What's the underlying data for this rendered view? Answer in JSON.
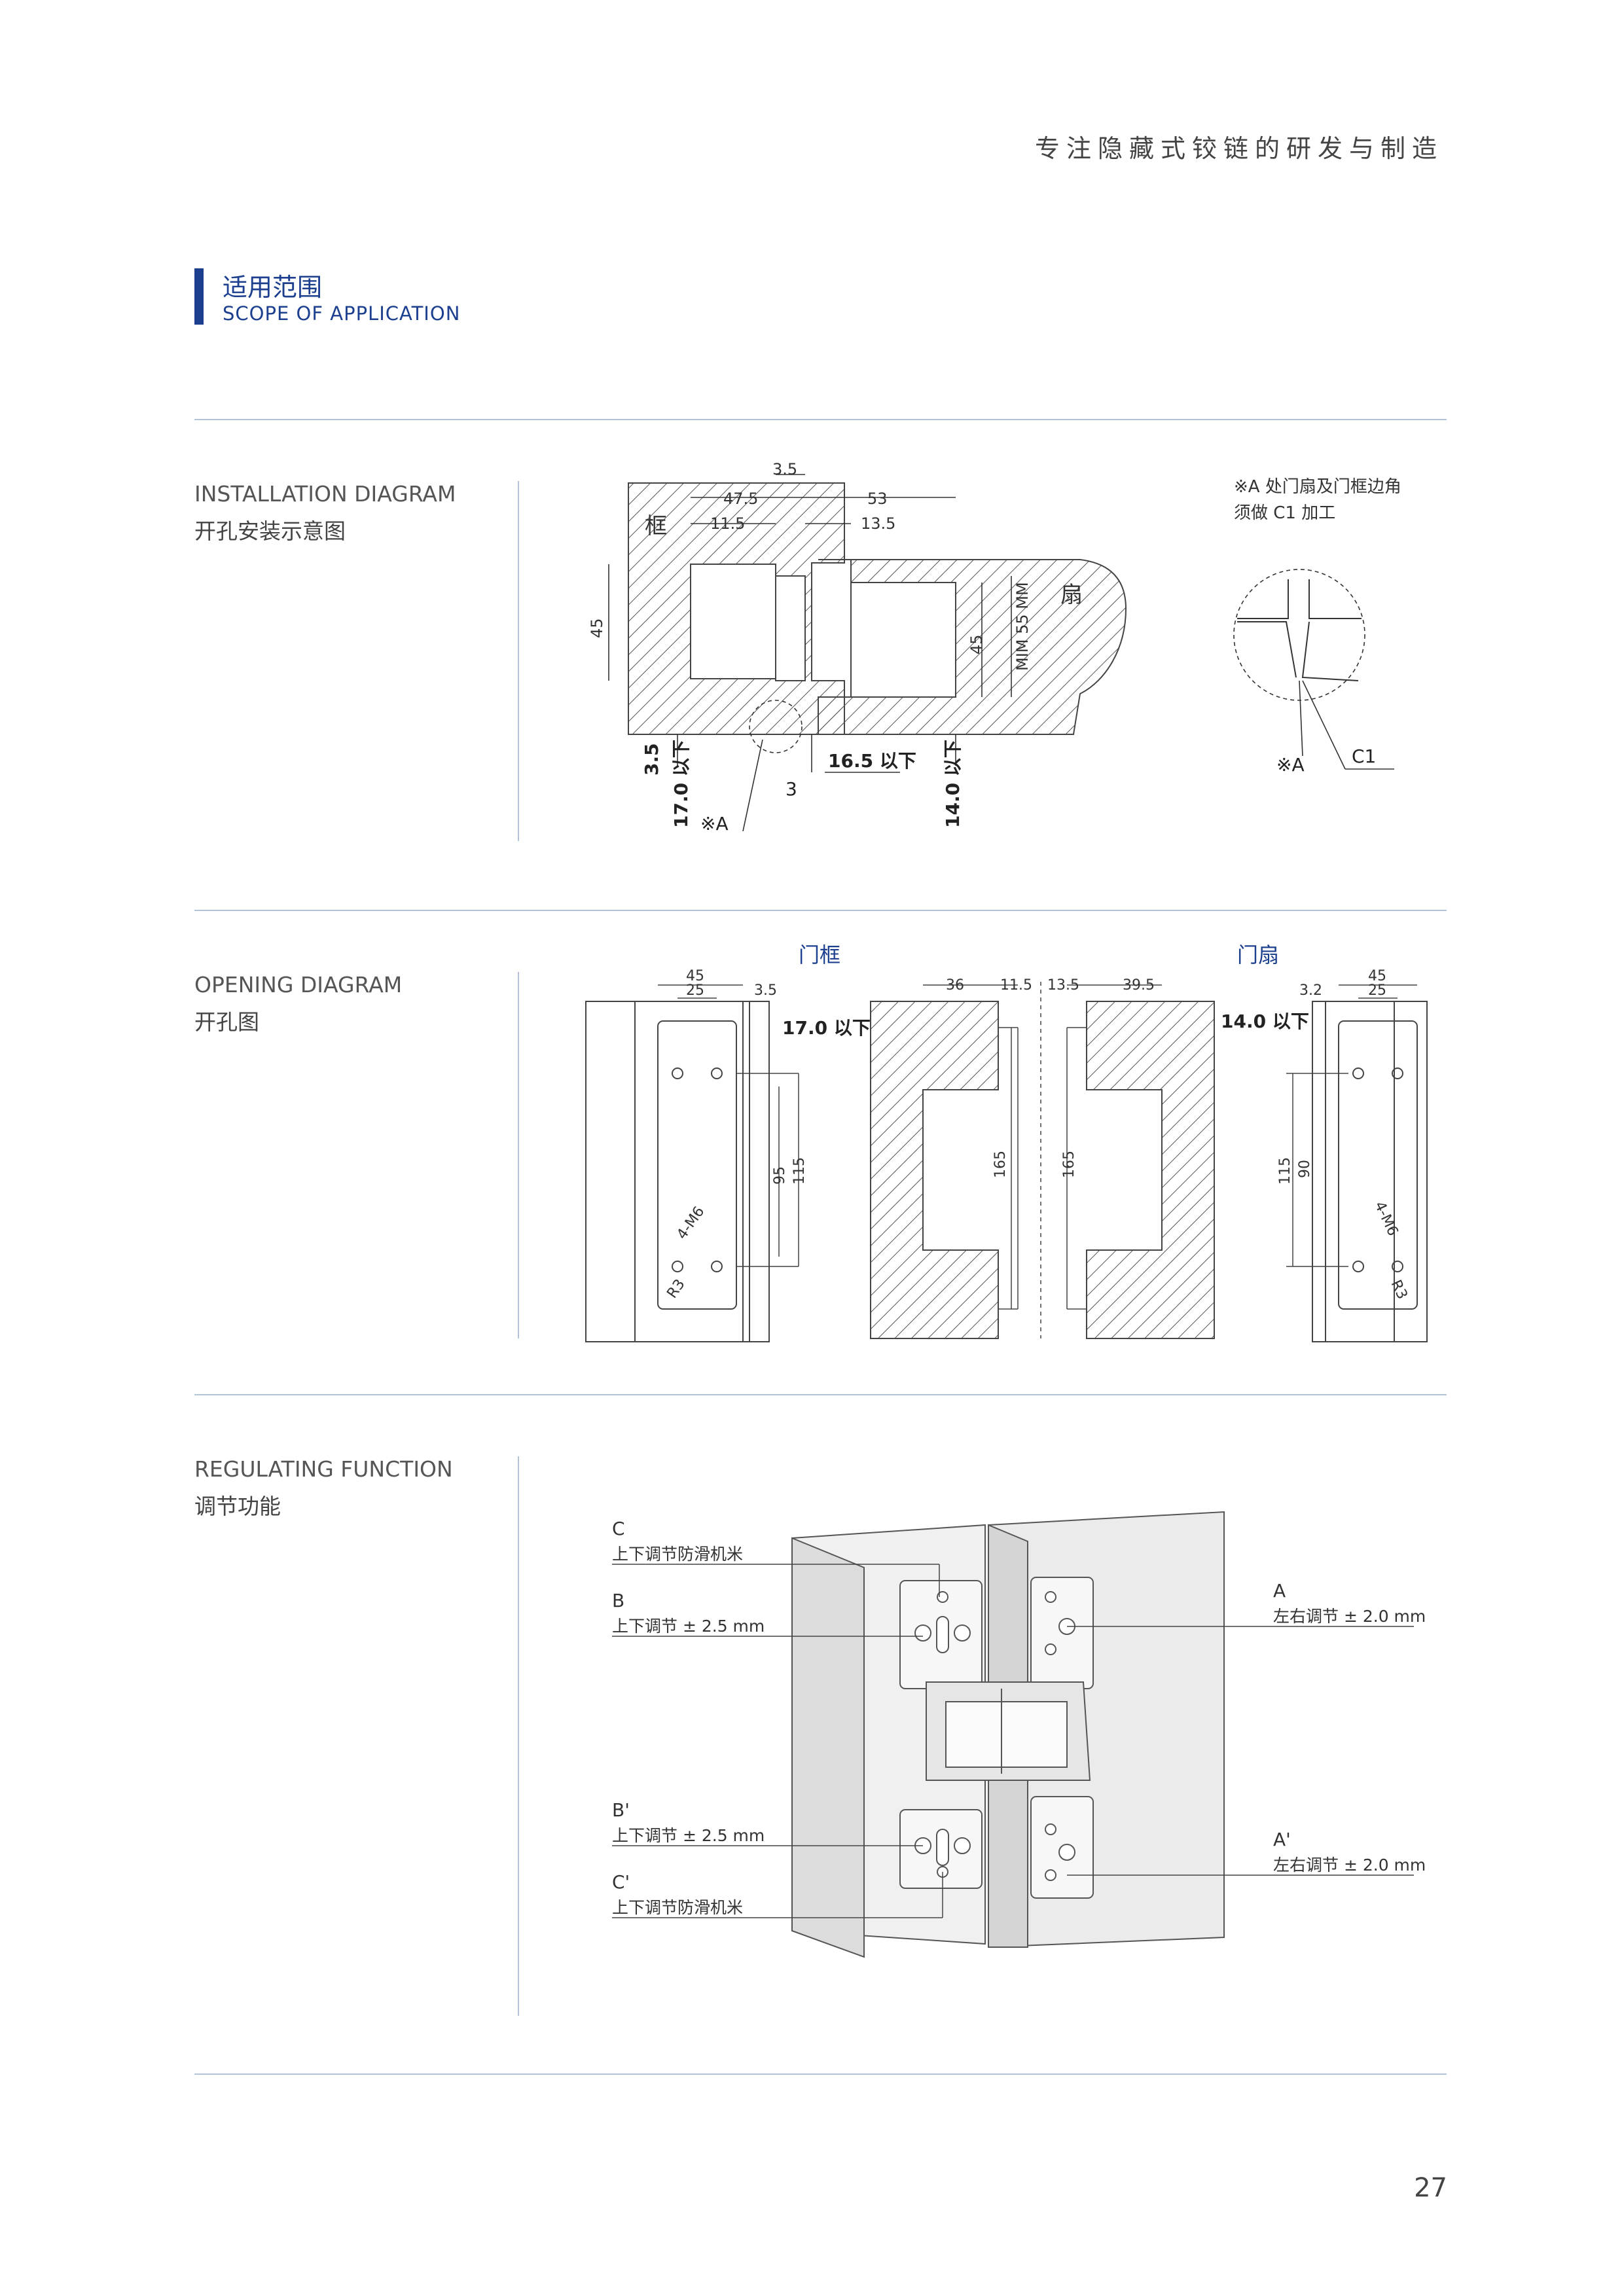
{
  "header": {
    "tagline": "专注隐藏式铰链的研发与制造"
  },
  "section": {
    "title_cn": "适用范围",
    "title_en": "SCOPE OF APPLICATION"
  },
  "installation": {
    "label_en": "INSTALLATION DIAGRAM",
    "label_cn": "开孔安装示意图",
    "frame_char": "框",
    "sash_char": "扇",
    "dims": {
      "d_3_5_top": "3.5",
      "d_47_5": "47.5",
      "d_11_5": "11.5",
      "d_53": "53",
      "d_13_5": "13.5",
      "d_45_left": "45",
      "d_45_right": "45",
      "mim": "MIM 55 MM",
      "d_3_5_bottom": "3.5",
      "d_17": "17.0 以下",
      "d_16_5": "16.5 以下",
      "d_14": "14.0 以下",
      "d_3": "3",
      "mark_a": "※A"
    },
    "note_line1": "※A 处门扇及门框边角",
    "note_line2": "须做 C1 加工",
    "detail_mark": "※A",
    "detail_c1": "C1"
  },
  "opening": {
    "label_en": "OPENING DIAGRAM",
    "label_cn": "开孔图",
    "frame_title": "门框",
    "sash_title": "门扇",
    "dims": {
      "l45": "45",
      "l25": "25",
      "l3_5": "3.5",
      "l17": "17.0 以下",
      "l95": "95",
      "l115": "115",
      "m4": "4-M6",
      "r3": "R3",
      "f36": "36",
      "f11_5": "11.5",
      "f165": "165",
      "s13_5": "13.5",
      "s39_5": "39.5",
      "s165": "165",
      "r3_2": "3.2",
      "r45": "45",
      "r25": "25",
      "r14": "14.0 以下",
      "r115": "115",
      "r90": "90",
      "rm4": "4-M6",
      "rr3": "R3"
    }
  },
  "regulating": {
    "label_en": "REGULATING FUNCTION",
    "label_cn": "调节功能",
    "callouts": {
      "c_letter": "C",
      "c_text": "上下调节防滑机米",
      "b_letter": "B",
      "b_text": "上下调节 ± 2.5 mm",
      "b2_letter": "B'",
      "b2_text": "上下调节 ± 2.5 mm",
      "c2_letter": "C'",
      "c2_text": "上下调节防滑机米",
      "a_letter": "A",
      "a_text": "左右调节 ± 2.0 mm",
      "a2_letter": "A'",
      "a2_text": "左右调节 ± 2.0 mm"
    }
  },
  "footer": {
    "page_number": "27"
  }
}
